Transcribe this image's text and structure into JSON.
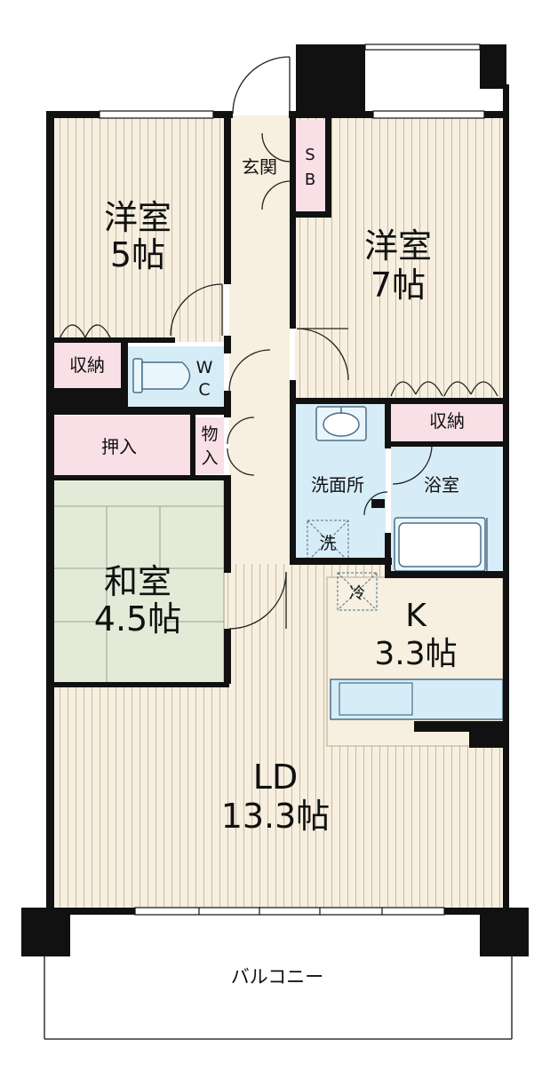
{
  "rooms": {
    "western_room_5": {
      "name": "洋室",
      "size": "5帖"
    },
    "western_room_7": {
      "name": "洋室",
      "size": "7帖"
    },
    "japanese_room": {
      "name": "和室",
      "size": "4.5帖"
    },
    "kitchen": {
      "name": "K",
      "size": "3.3帖"
    },
    "living_dining": {
      "name": "LD",
      "size": "13.3帖"
    }
  },
  "labels": {
    "entrance": "玄関",
    "shoe_box_s": "S",
    "shoe_box_b": "B",
    "storage_left": "収納",
    "storage_right": "収納",
    "wc_w": "W",
    "wc_c": "C",
    "closet": "押入",
    "storage_small_1": "物",
    "storage_small_2": "入",
    "washroom": "洗面所",
    "washer": "洗",
    "bathroom": "浴室",
    "fridge": "冷",
    "balcony": "バルコニー"
  },
  "colors": {
    "wall": "#111111",
    "wood_floor": "#f7efdf",
    "wood_line": "#c9b9a3",
    "tatami": "#e3ead8",
    "tatami_line": "#9aa58c",
    "storage_pink": "#f9dfe6",
    "wet_blue": "#d6edf7",
    "blue_line": "#4a6f88"
  }
}
